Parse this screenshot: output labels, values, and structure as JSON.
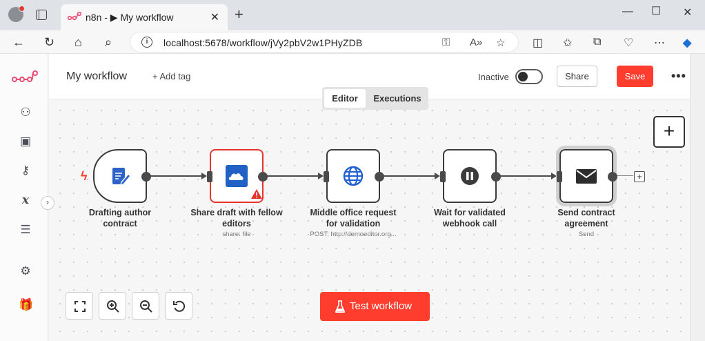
{
  "browser": {
    "tab_title": "n8n - ▶ My workflow",
    "url": "localhost:5678/workflow/jVy2pbV2w1PHyZDB"
  },
  "header": {
    "workflow_name": "My workflow",
    "add_tag": "+ Add tag",
    "status_label": "Inactive",
    "share_label": "Share",
    "save_label": "Save"
  },
  "view_tabs": [
    {
      "label": "Editor",
      "active": true
    },
    {
      "label": "Executions",
      "active": false
    }
  ],
  "nodes": [
    {
      "name": "Drafting author contract",
      "line1": "Drafting author",
      "line2": "contract",
      "subtitle": "",
      "icon": "document-edit-icon"
    },
    {
      "name": "Share draft with fellow editors",
      "line1": "Share draft with fellow",
      "line2": "editors",
      "subtitle": "share: file",
      "icon": "onedrive-cloud-icon",
      "warning": true
    },
    {
      "name": "Middle office request for validation",
      "line1": "Middle office request",
      "line2": "for validation",
      "subtitle": "POST: http://demoeditor.org...",
      "icon": "globe-icon"
    },
    {
      "name": "Wait for validated webhook call",
      "line1": "Wait for validated",
      "line2": "webhook call",
      "subtitle": "",
      "icon": "pause-icon"
    },
    {
      "name": "Send contract agreement",
      "line1": "Send contract",
      "line2": "agreement",
      "subtitle": "Send",
      "icon": "envelope-icon"
    }
  ],
  "actions": {
    "test_workflow": "Test workflow"
  },
  "colors": {
    "accent": "#ff3d2e",
    "node_border": "#3a3a3a",
    "onedrive_blue": "#2160c4"
  }
}
